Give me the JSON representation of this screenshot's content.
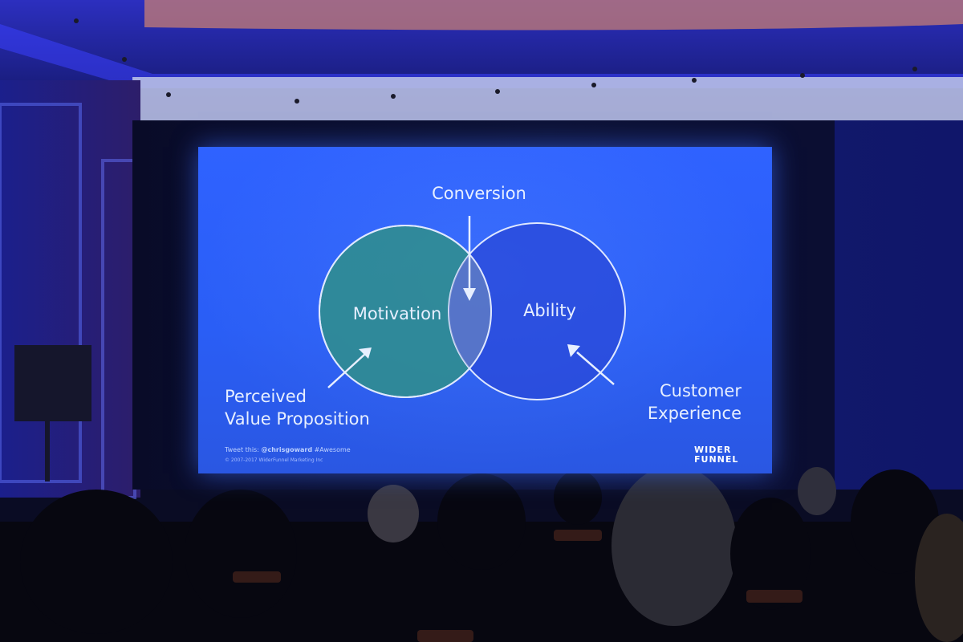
{
  "slide": {
    "conversion": "Conversion",
    "motivation": "Motivation",
    "ability": "Ability",
    "perceived_line1": "Perceived",
    "perceived_line2": "Value Proposition",
    "customer_line1": "Customer",
    "customer_line2": "Experience",
    "tweet_prefix": "Tweet this:",
    "tweet_handle": "@chrisgoward",
    "tweet_tag": "#Awesome",
    "copyright": "© 2007-2017 WiderFunnel Marketing Inc",
    "logo_line1": "WIDER",
    "logo_line2": "FUNNEL"
  },
  "colors": {
    "slide_blue": "#2f62ff",
    "stage_light": "#1f2bd8",
    "motivation_fill": "#2f8f8a",
    "ability_fill": "#2a48d8"
  }
}
